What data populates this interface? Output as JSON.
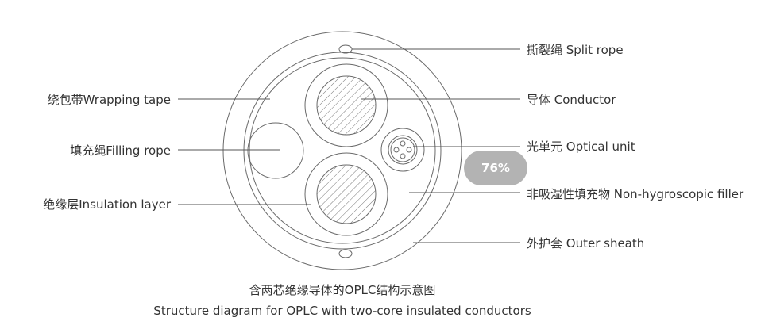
{
  "labels": {
    "split_rope": "撕裂绳 Split rope",
    "wrapping_tape": "绕包带Wrapping tape",
    "conductor": "导体 Conductor",
    "filling_rope": "填充绳Filling rope",
    "optical_unit": "光单元 Optical unit",
    "insulation_layer": "绝缘层Insulation layer",
    "filler": "非吸湿性填充物 Non-hygroscopic filler",
    "outer_sheath": "外护套 Outer sheath"
  },
  "caption": {
    "zh": "含两芯绝缘导体的OPLC结构示意图",
    "en": "Structure diagram for OPLC with two-core insulated conductors"
  },
  "badge": {
    "text": "76%",
    "color": "#b3b3b3"
  },
  "colors": {
    "line": "#555555",
    "text": "#333333",
    "hatch": "#777777"
  }
}
